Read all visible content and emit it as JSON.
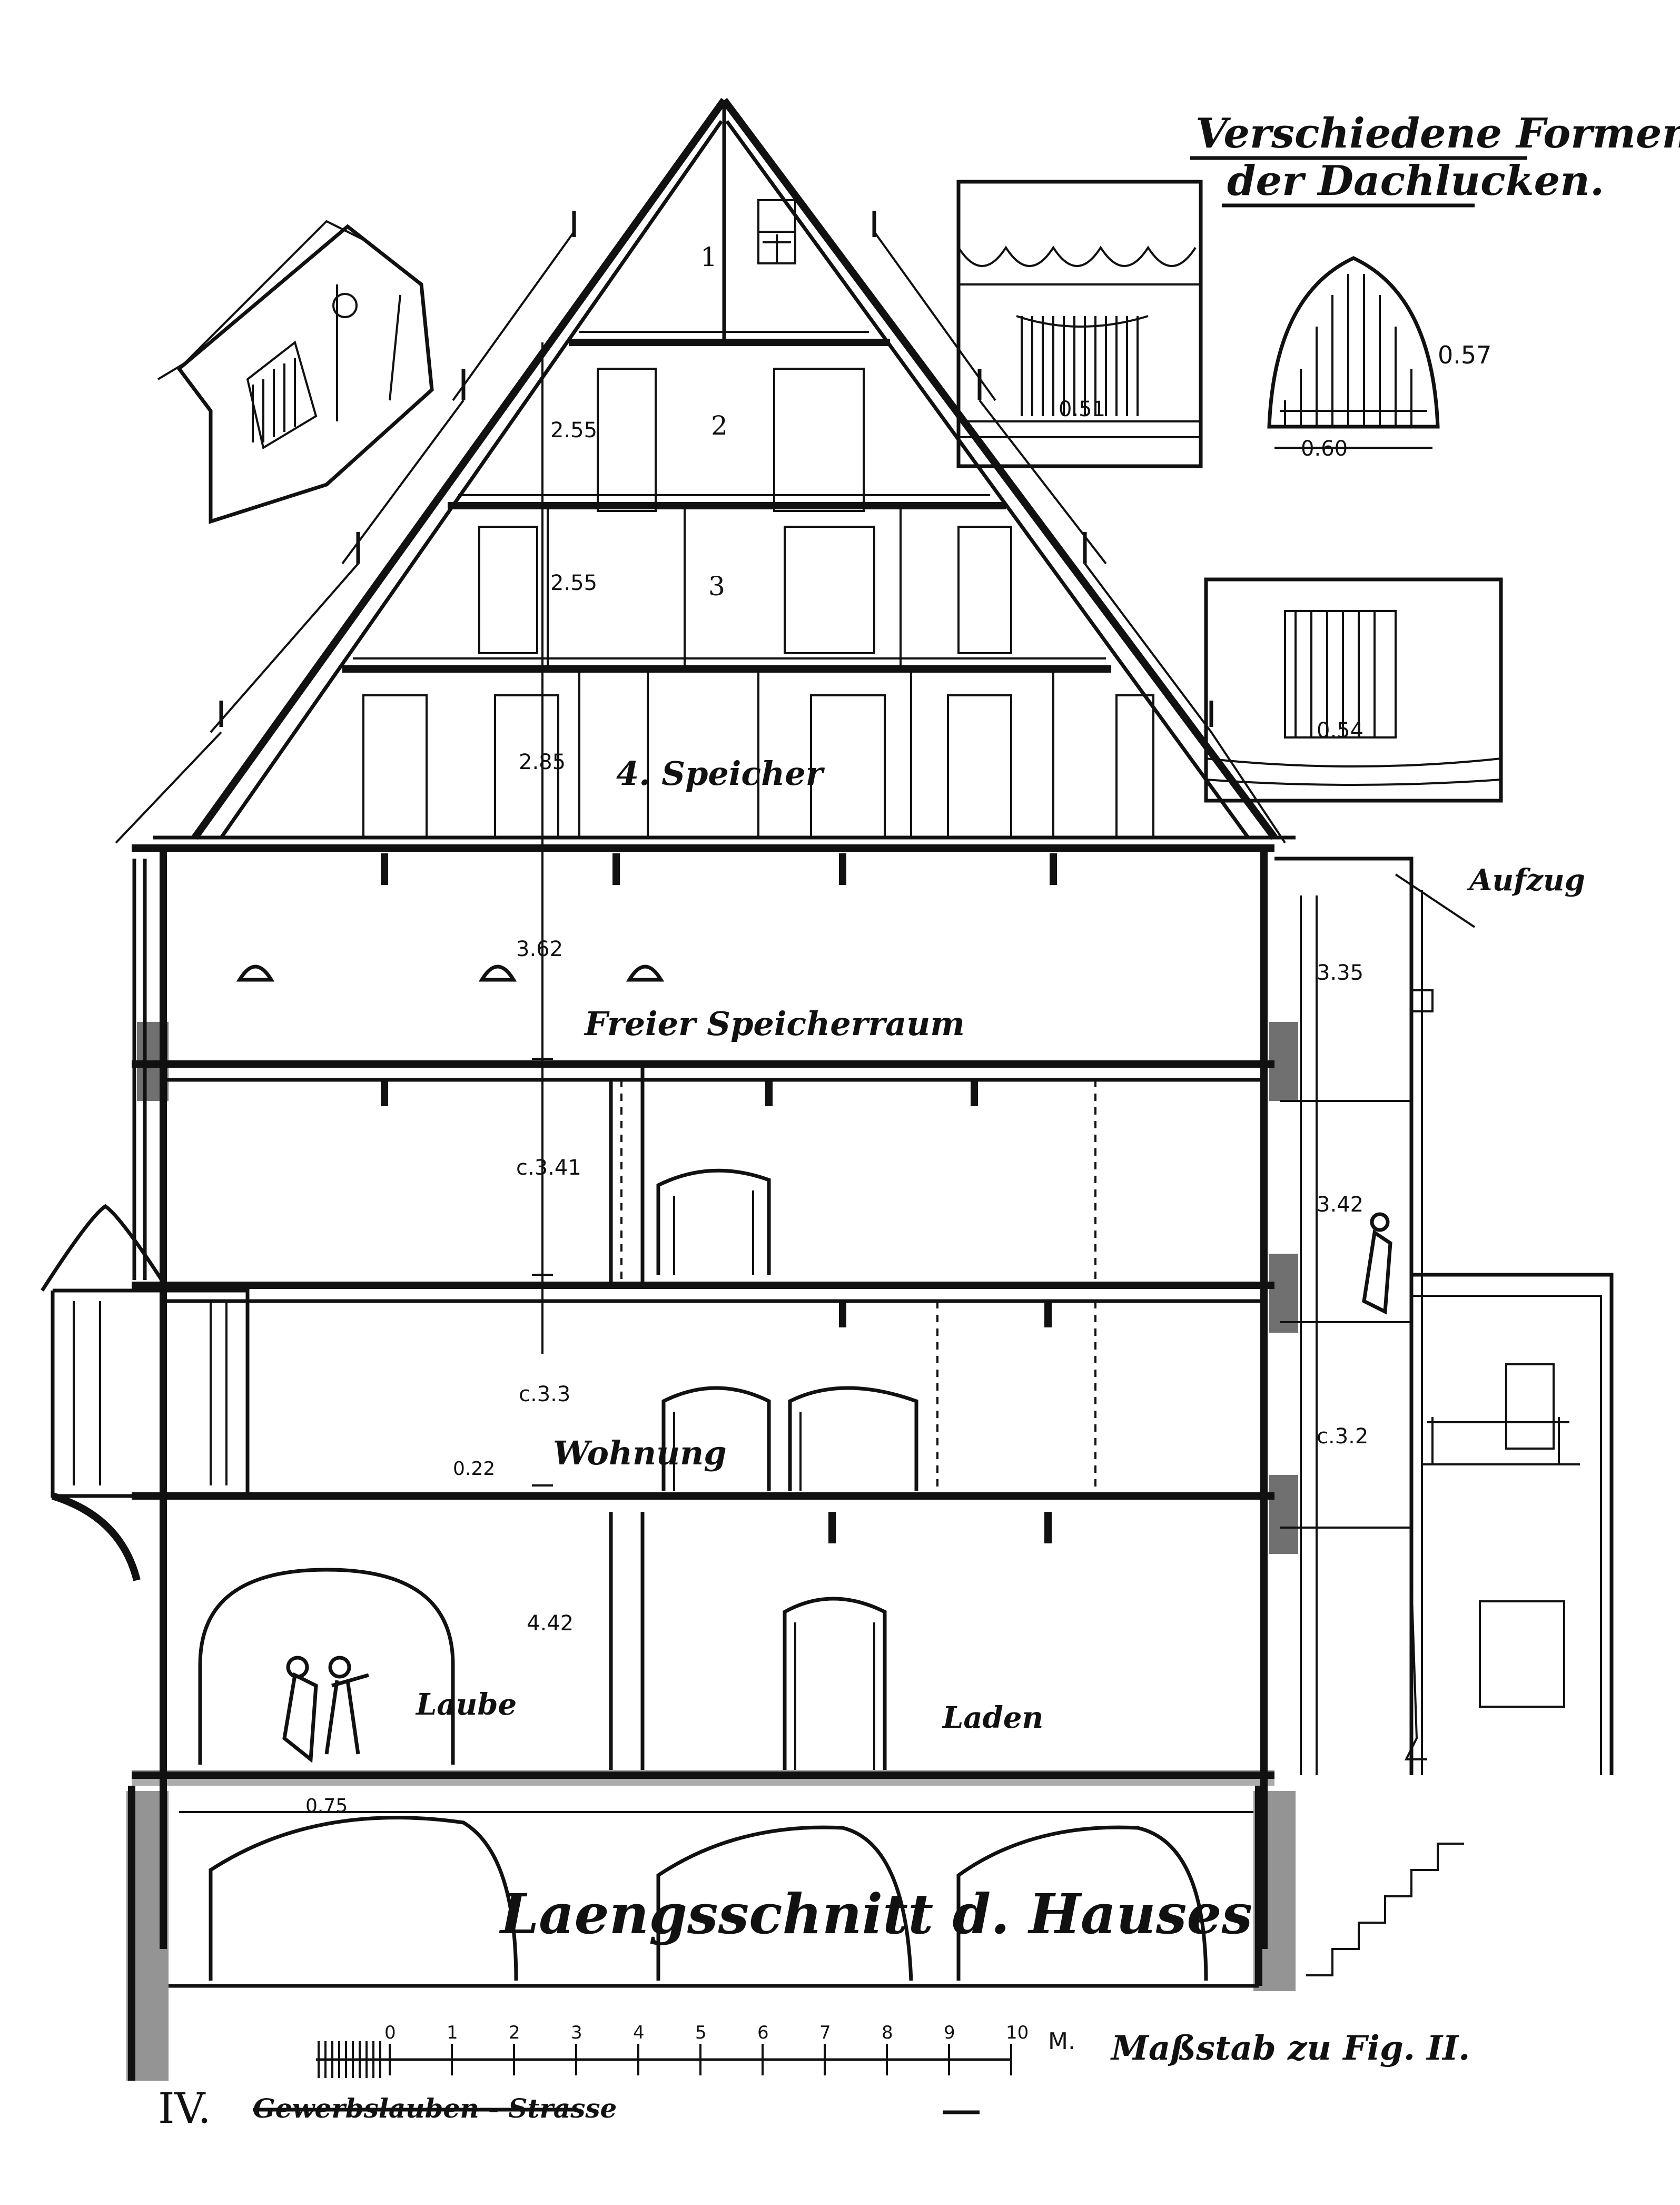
{
  "title_top_right_line1": "Verschiedene Formen",
  "title_top_right_line2": "der Dachlucken.",
  "section_title": "Laengsschnitt d. Hauses.",
  "plate_number": "IV.",
  "street_name": "Gewerbslauben - Strasse",
  "scale_caption": "Maßstab zu Fig. II.",
  "scale_unit": "M.",
  "scale_ticks": [
    "0",
    "1",
    "2",
    "3",
    "4",
    "5",
    "6",
    "7",
    "8",
    "9",
    "10"
  ],
  "floor_numbers": [
    "1",
    "2",
    "3"
  ],
  "room_labels": {
    "speicher": "4. Speicher",
    "freier_speicherraum": "Freier Speicherraum",
    "wohnung": "Wohnung",
    "laube": "Laube",
    "laden": "Laden",
    "aufzug": "Aufzug"
  },
  "dimensions": {
    "floor2": "2.55",
    "floor3": "2.55",
    "floor4": "2.85",
    "attic": "3.62",
    "upper": "c.3.41",
    "living": "c.3.3",
    "ground": "4.42",
    "beam": "0.22",
    "cellar": "0.75",
    "side1": "3.35",
    "side2": "3.42",
    "side3": "c.3.2",
    "dormer_height": "0.57",
    "dormer_width": "0.60",
    "dormer_b": "0.51",
    "dormer_c": "0.54"
  }
}
